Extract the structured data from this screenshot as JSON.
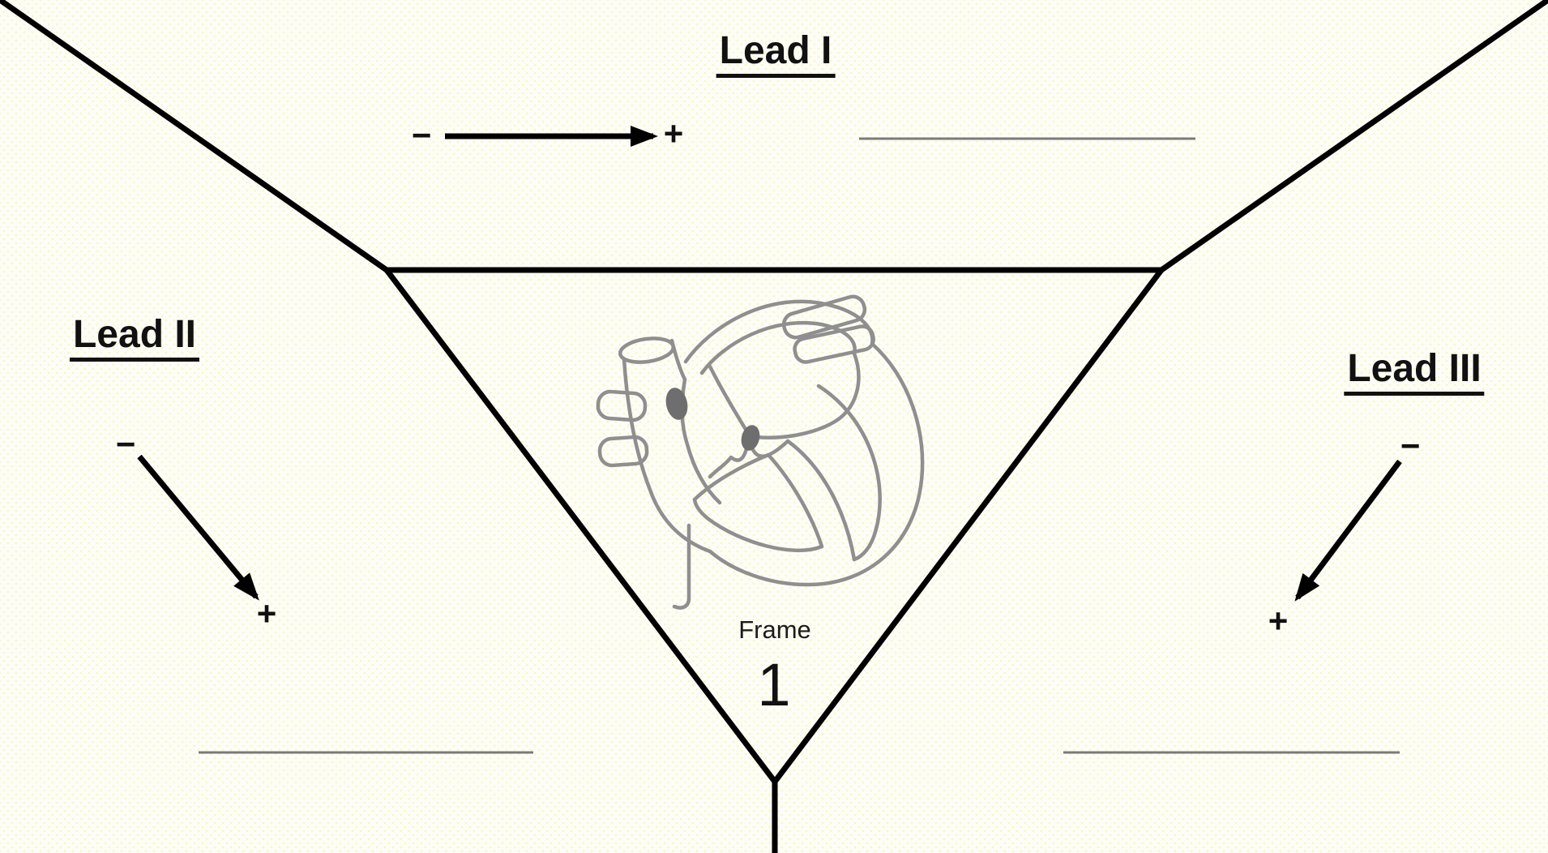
{
  "diagram": {
    "leads": [
      {
        "label": "Lead I",
        "minus": "−",
        "plus": "+"
      },
      {
        "label": "Lead II",
        "minus": "−",
        "plus": "+"
      },
      {
        "label": "Lead III",
        "minus": "−",
        "plus": "+"
      }
    ],
    "frame": {
      "label": "Frame",
      "number": "1"
    },
    "icons": {
      "heart": "heart-cross-section-sketch"
    },
    "colors": {
      "line": "#000000",
      "blank_rule": "#7a7a7a",
      "sketch_stroke": "#8f8f8f",
      "node_fill": "#6e6e6e",
      "text": "#111111",
      "background": "#fdfdf8",
      "dot_pattern": "#f6f6aa"
    }
  }
}
